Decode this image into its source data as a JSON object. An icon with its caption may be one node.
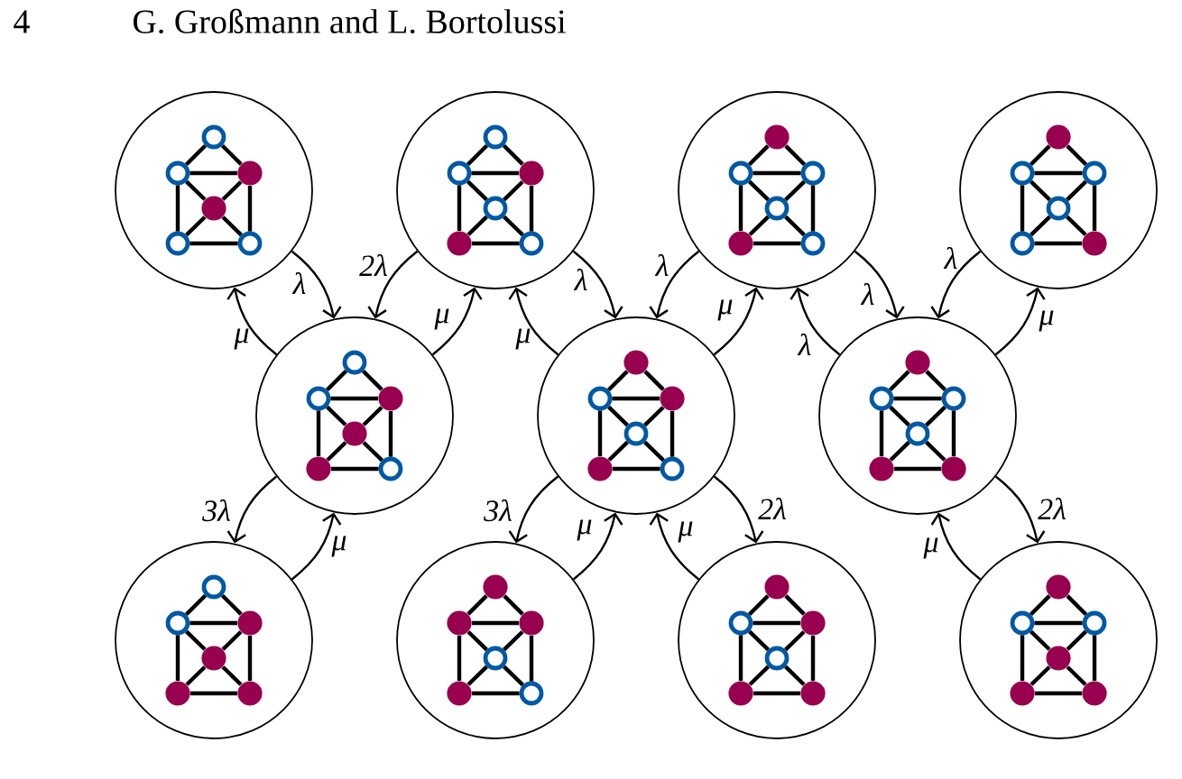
{
  "diagram": {
    "nodes": [
      {
        "text": [],
        "shape": "circle"
      },
      {
        "text": [],
        "shape": "circle",
        "in": 0
      },
      {
        "text": [],
        "shape": "circle",
        "in": 0
      },
      {
        "text": [],
        "shape": "dot",
        "in": 0
      },
      {
        "text": [],
        "shape": "dot",
        "in": 0
      },
      {
        "text": [],
        "shape": "circle",
        "in": 0
      },
      {
        "text": [],
        "shape": "circle",
        "in": 0
      },
      {
        "text": [],
        "shape": "circle"
      },
      {
        "text": [],
        "shape": "circle",
        "in": 7
      },
      {
        "text": [],
        "shape": "circle",
        "in": 7
      },
      {
        "text": [],
        "shape": "dot",
        "in": 7
      },
      {
        "text": [],
        "shape": "circle",
        "in": 7
      },
      {
        "text": [],
        "shape": "dot",
        "in": 7
      },
      {
        "text": [],
        "shape": "circle",
        "in": 7
      },
      {
        "text": [],
        "shape": "circle"
      },
      {
        "text": [],
        "shape": "dot",
        "in": 14
      },
      {
        "text": [],
        "shape": "circle",
        "in": 14
      },
      {
        "text": [],
        "shape": "circle",
        "in": 14
      },
      {
        "text": [],
        "shape": "circle",
        "in": 14
      },
      {
        "text": [],
        "shape": "dot",
        "in": 14
      },
      {
        "text": [],
        "shape": "circle",
        "in": 14
      },
      {
        "text": [],
        "shape": "circle"
      },
      {
        "text": [],
        "shape": "dot",
        "in": 21
      },
      {
        "text": [],
        "shape": "circle",
        "in": 21
      },
      {
        "text": [],
        "shape": "circle",
        "in": 21
      },
      {
        "text": [],
        "shape": "circle",
        "in": 21
      },
      {
        "text": [],
        "shape": "circle",
        "in": 21
      },
      {
        "text": [],
        "shape": "dot",
        "in": 21
      },
      {
        "text": [],
        "shape": "circle"
      },
      {
        "text": [],
        "shape": "circle",
        "in": 28
      },
      {
        "text": [],
        "shape": "circle",
        "in": 28
      },
      {
        "text": [],
        "shape": "dot",
        "in": 28
      },
      {
        "text": [],
        "shape": "dot",
        "in": 28
      },
      {
        "text": [],
        "shape": "dot",
        "in": 28
      },
      {
        "text": [],
        "shape": "circle",
        "in": 28
      },
      {
        "text": [],
        "shape": "circle"
      },
      {
        "text": [],
        "shape": "dot",
        "in": 35
      },
      {
        "text": [],
        "shape": "circle",
        "in": 35
      },
      {
        "text": [],
        "shape": "dot",
        "in": 35
      },
      {
        "text": [],
        "shape": "circle",
        "in": 35
      },
      {
        "text": [],
        "shape": "dot",
        "in": 35
      },
      {
        "text": [],
        "shape": "circle",
        "in": 35
      },
      {
        "text": [],
        "shape": "circle"
      },
      {
        "text": [],
        "shape": "dot",
        "in": 42
      },
      {
        "text": [],
        "shape": "circle",
        "in": 42
      },
      {
        "text": [],
        "shape": "circle",
        "in": 42
      },
      {
        "text": [],
        "shape": "circle",
        "in": 42
      },
      {
        "text": [],
        "shape": "dot",
        "in": 42
      },
      {
        "text": [],
        "shape": "dot",
        "in": 42
      },
      {
        "text": [],
        "shape": "circle"
      },
      {
        "text": [],
        "shape": "circle",
        "in": 49
      },
      {
        "text": [],
        "shape": "circle",
        "in": 49
      },
      {
        "text": [],
        "shape": "dot",
        "in": 49
      },
      {
        "text": [],
        "shape": "dot",
        "in": 49
      },
      {
        "text": [],
        "shape": "dot",
        "in": 49
      },
      {
        "text": [],
        "shape": "dot",
        "in": 49
      },
      {
        "text": [],
        "shape": "circle"
      },
      {
        "text": [],
        "shape": "dot",
        "in": 56
      },
      {
        "text": [],
        "shape": "dot",
        "in": 56
      },
      {
        "text": [],
        "shape": "dot",
        "in": 56
      },
      {
        "text": [],
        "shape": "circle",
        "in": 56
      },
      {
        "text": [],
        "shape": "dot",
        "in": 56
      },
      {
        "text": [],
        "shape": "circle",
        "in": 56
      },
      {
        "text": [],
        "shape": "circle"
      },
      {
        "text": [],
        "shape": "dot",
        "in": 63
      },
      {
        "text": [],
        "shape": "circle",
        "in": 63
      },
      {
        "text": [],
        "shape": "dot",
        "in": 63
      },
      {
        "text": [],
        "shape": "circle",
        "in": 63
      },
      {
        "text": [],
        "shape": "dot",
        "in": 63
      },
      {
        "text": [],
        "shape": "dot",
        "in": 63
      },
      {
        "text": [],
        "shape": "circle"
      },
      {
        "text": [],
        "shape": "dot",
        "in": 70
      },
      {
        "text": [],
        "shape": "circle",
        "in": 70
      },
      {
        "text": [],
        "shape": "circle",
        "in": 70
      },
      {
        "text": [],
        "shape": "dot",
        "in": 70
      },
      {
        "text": [],
        "shape": "dot",
        "in": 70
      },
      {
        "text": [],
        "shape": "dot",
        "in": 70
      }
    ],
    "edges": [
      {
        "from": 0,
        "to": 28,
        "arrow": "to",
        "label": "λ"
      },
      {
        "from": 28,
        "to": 0,
        "arrow": "to",
        "label": "μ"
      },
      {
        "from": 7,
        "to": 28,
        "arrow": "to",
        "label": "2λ"
      },
      {
        "from": 28,
        "to": 7,
        "arrow": "to",
        "label": "μ"
      },
      {
        "from": 7,
        "to": 35,
        "arrow": "to",
        "label": "λ"
      },
      {
        "from": 35,
        "to": 7,
        "arrow": "to",
        "label": "μ"
      },
      {
        "from": 14,
        "to": 35,
        "arrow": "to",
        "label": "λ"
      },
      {
        "from": 35,
        "to": 14,
        "arrow": "to",
        "label": "μ"
      },
      {
        "from": 14,
        "to": 42,
        "arrow": "to",
        "label": "λ"
      },
      {
        "from": 42,
        "to": 14,
        "arrow": "to",
        "label": "λ"
      },
      {
        "from": 21,
        "to": 42,
        "arrow": "to",
        "label": "λ"
      },
      {
        "from": 42,
        "to": 21,
        "arrow": "to",
        "label": "μ"
      },
      {
        "from": 28,
        "to": 49,
        "arrow": "to",
        "label": "3λ"
      },
      {
        "from": 49,
        "to": 28,
        "arrow": "to",
        "label": "μ"
      },
      {
        "from": 35,
        "to": 56,
        "arrow": "to",
        "label": "3λ"
      },
      {
        "from": 56,
        "to": 35,
        "arrow": "to",
        "label": "μ"
      },
      {
        "from": 35,
        "to": 63,
        "arrow": "to",
        "label": "2λ"
      },
      {
        "from": 63,
        "to": 35,
        "arrow": "to",
        "label": "μ"
      },
      {
        "from": 42,
        "to": 70,
        "arrow": "to",
        "label": "2λ"
      },
      {
        "from": 70,
        "to": 42,
        "arrow": "to",
        "label": "μ"
      },
      {
        "from": 1,
        "to": 2,
        "arrow": "none"
      },
      {
        "from": 1,
        "to": 3,
        "arrow": "none"
      },
      {
        "from": 2,
        "to": 3,
        "arrow": "none"
      },
      {
        "from": 2,
        "to": 4,
        "arrow": "none"
      },
      {
        "from": 3,
        "to": 4,
        "arrow": "none"
      },
      {
        "from": 2,
        "to": 5,
        "arrow": "none"
      },
      {
        "from": 3,
        "to": 6,
        "arrow": "none"
      },
      {
        "from": 4,
        "to": 5,
        "arrow": "none"
      },
      {
        "from": 4,
        "to": 6,
        "arrow": "none"
      },
      {
        "from": 5,
        "to": 6,
        "arrow": "none"
      },
      {
        "from": 8,
        "to": 9,
        "arrow": "none"
      },
      {
        "from": 8,
        "to": 10,
        "arrow": "none"
      },
      {
        "from": 9,
        "to": 10,
        "arrow": "none"
      },
      {
        "from": 9,
        "to": 11,
        "arrow": "none"
      },
      {
        "from": 10,
        "to": 11,
        "arrow": "none"
      },
      {
        "from": 9,
        "to": 12,
        "arrow": "none"
      },
      {
        "from": 10,
        "to": 13,
        "arrow": "none"
      },
      {
        "from": 11,
        "to": 12,
        "arrow": "none"
      },
      {
        "from": 11,
        "to": 13,
        "arrow": "none"
      },
      {
        "from": 12,
        "to": 13,
        "arrow": "none"
      },
      {
        "from": 15,
        "to": 16,
        "arrow": "none"
      },
      {
        "from": 15,
        "to": 17,
        "arrow": "none"
      },
      {
        "from": 16,
        "to": 17,
        "arrow": "none"
      },
      {
        "from": 16,
        "to": 18,
        "arrow": "none"
      },
      {
        "from": 17,
        "to": 18,
        "arrow": "none"
      },
      {
        "from": 16,
        "to": 19,
        "arrow": "none"
      },
      {
        "from": 17,
        "to": 20,
        "arrow": "none"
      },
      {
        "from": 18,
        "to": 19,
        "arrow": "none"
      },
      {
        "from": 18,
        "to": 20,
        "arrow": "none"
      },
      {
        "from": 19,
        "to": 20,
        "arrow": "none"
      },
      {
        "from": 22,
        "to": 23,
        "arrow": "none"
      },
      {
        "from": 22,
        "to": 24,
        "arrow": "none"
      },
      {
        "from": 23,
        "to": 24,
        "arrow": "none"
      },
      {
        "from": 23,
        "to": 25,
        "arrow": "none"
      },
      {
        "from": 24,
        "to": 25,
        "arrow": "none"
      },
      {
        "from": 23,
        "to": 26,
        "arrow": "none"
      },
      {
        "from": 24,
        "to": 27,
        "arrow": "none"
      },
      {
        "from": 25,
        "to": 26,
        "arrow": "none"
      },
      {
        "from": 25,
        "to": 27,
        "arrow": "none"
      },
      {
        "from": 26,
        "to": 27,
        "arrow": "none"
      },
      {
        "from": 29,
        "to": 30,
        "arrow": "none"
      },
      {
        "from": 29,
        "to": 31,
        "arrow": "none"
      },
      {
        "from": 30,
        "to": 31,
        "arrow": "none"
      },
      {
        "from": 30,
        "to": 32,
        "arrow": "none"
      },
      {
        "from": 31,
        "to": 32,
        "arrow": "none"
      },
      {
        "from": 30,
        "to": 33,
        "arrow": "none"
      },
      {
        "from": 31,
        "to": 34,
        "arrow": "none"
      },
      {
        "from": 32,
        "to": 33,
        "arrow": "none"
      },
      {
        "from": 32,
        "to": 34,
        "arrow": "none"
      },
      {
        "from": 33,
        "to": 34,
        "arrow": "none"
      },
      {
        "from": 36,
        "to": 37,
        "arrow": "none"
      },
      {
        "from": 36,
        "to": 38,
        "arrow": "none"
      },
      {
        "from": 37,
        "to": 38,
        "arrow": "none"
      },
      {
        "from": 37,
        "to": 39,
        "arrow": "none"
      },
      {
        "from": 38,
        "to": 39,
        "arrow": "none"
      },
      {
        "from": 37,
        "to": 40,
        "arrow": "none"
      },
      {
        "from": 38,
        "to": 41,
        "arrow": "none"
      },
      {
        "from": 39,
        "to": 40,
        "arrow": "none"
      },
      {
        "from": 39,
        "to": 41,
        "arrow": "none"
      },
      {
        "from": 40,
        "to": 41,
        "arrow": "none"
      },
      {
        "from": 43,
        "to": 44,
        "arrow": "none"
      },
      {
        "from": 43,
        "to": 45,
        "arrow": "none"
      },
      {
        "from": 44,
        "to": 45,
        "arrow": "none"
      },
      {
        "from": 44,
        "to": 46,
        "arrow": "none"
      },
      {
        "from": 45,
        "to": 46,
        "arrow": "none"
      },
      {
        "from": 44,
        "to": 47,
        "arrow": "none"
      },
      {
        "from": 45,
        "to": 48,
        "arrow": "none"
      },
      {
        "from": 46,
        "to": 47,
        "arrow": "none"
      },
      {
        "from": 46,
        "to": 48,
        "arrow": "none"
      },
      {
        "from": 47,
        "to": 48,
        "arrow": "none"
      },
      {
        "from": 50,
        "to": 51,
        "arrow": "none"
      },
      {
        "from": 50,
        "to": 52,
        "arrow": "none"
      },
      {
        "from": 51,
        "to": 52,
        "arrow": "none"
      },
      {
        "from": 51,
        "to": 53,
        "arrow": "none"
      },
      {
        "from": 52,
        "to": 53,
        "arrow": "none"
      },
      {
        "from": 51,
        "to": 54,
        "arrow": "none"
      },
      {
        "from": 52,
        "to": 55,
        "arrow": "none"
      },
      {
        "from": 53,
        "to": 54,
        "arrow": "none"
      },
      {
        "from": 53,
        "to": 55,
        "arrow": "none"
      },
      {
        "from": 54,
        "to": 55,
        "arrow": "none"
      },
      {
        "from": 57,
        "to": 58,
        "arrow": "none"
      },
      {
        "from": 57,
        "to": 59,
        "arrow": "none"
      },
      {
        "from": 58,
        "to": 59,
        "arrow": "none"
      },
      {
        "from": 58,
        "to": 60,
        "arrow": "none"
      },
      {
        "from": 59,
        "to": 60,
        "arrow": "none"
      },
      {
        "from": 58,
        "to": 61,
        "arrow": "none"
      },
      {
        "from": 59,
        "to": 62,
        "arrow": "none"
      },
      {
        "from": 60,
        "to": 61,
        "arrow": "none"
      },
      {
        "from": 60,
        "to": 62,
        "arrow": "none"
      },
      {
        "from": 61,
        "to": 62,
        "arrow": "none"
      },
      {
        "from": 64,
        "to": 65,
        "arrow": "none"
      },
      {
        "from": 64,
        "to": 66,
        "arrow": "none"
      },
      {
        "from": 65,
        "to": 66,
        "arrow": "none"
      },
      {
        "from": 65,
        "to": 67,
        "arrow": "none"
      },
      {
        "from": 66,
        "to": 67,
        "arrow": "none"
      },
      {
        "from": 65,
        "to": 68,
        "arrow": "none"
      },
      {
        "from": 66,
        "to": 69,
        "arrow": "none"
      },
      {
        "from": 67,
        "to": 68,
        "arrow": "none"
      },
      {
        "from": 67,
        "to": 69,
        "arrow": "none"
      },
      {
        "from": 68,
        "to": 69,
        "arrow": "none"
      },
      {
        "from": 71,
        "to": 72,
        "arrow": "none"
      },
      {
        "from": 71,
        "to": 73,
        "arrow": "none"
      },
      {
        "from": 72,
        "to": 73,
        "arrow": "none"
      },
      {
        "from": 72,
        "to": 74,
        "arrow": "none"
      },
      {
        "from": 73,
        "to": 74,
        "arrow": "none"
      },
      {
        "from": 72,
        "to": 75,
        "arrow": "none"
      },
      {
        "from": 73,
        "to": 76,
        "arrow": "none"
      },
      {
        "from": 74,
        "to": 75,
        "arrow": "none"
      },
      {
        "from": 74,
        "to": 76,
        "arrow": "none"
      },
      {
        "from": 75,
        "to": 76,
        "arrow": "none"
      }
    ],
    "labels": [
      "4",
      "G. Großmann and L. Bortolussi"
    ]
  }
}
